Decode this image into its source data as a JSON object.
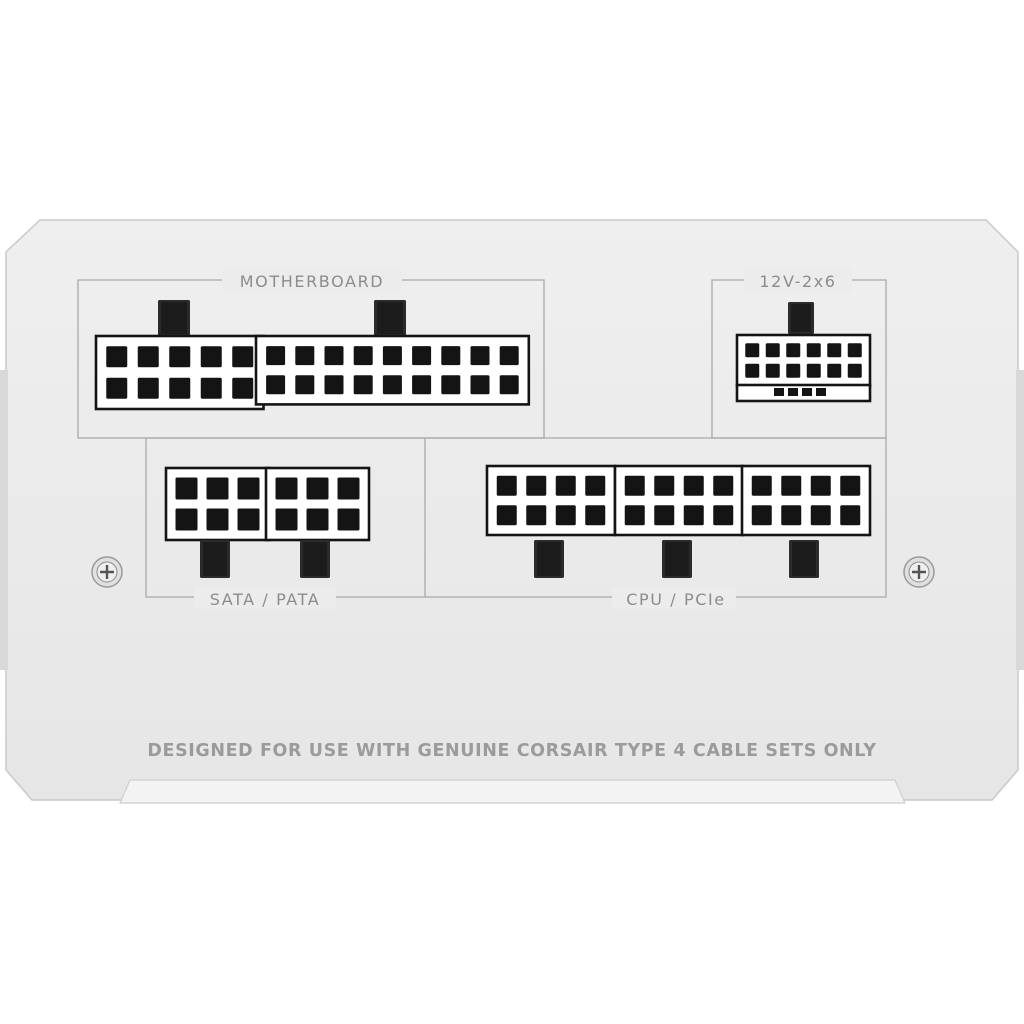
{
  "panel": {
    "labels": {
      "motherboard": "MOTHERBOARD",
      "cpu_12v": "12V-2x6",
      "sata_pata": "SATA / PATA",
      "cpu_pcie": "CPU / PCIe"
    },
    "warning": "DESIGNED FOR USE WITH GENUINE CORSAIR TYPE 4 CABLE SETS ONLY"
  },
  "connectors": {
    "motherboard": [
      {
        "rows": 2,
        "cols": 5
      },
      {
        "rows": 2,
        "cols": 9
      }
    ],
    "cpu_12v": [
      {
        "rows": 2,
        "cols": 6
      }
    ],
    "sata_pata": [
      {
        "rows": 2,
        "cols": 3
      },
      {
        "rows": 2,
        "cols": 3
      }
    ],
    "cpu_pcie": [
      {
        "rows": 2,
        "cols": 4
      },
      {
        "rows": 2,
        "cols": 4
      },
      {
        "rows": 2,
        "cols": 4
      }
    ]
  },
  "colors": {
    "panel": "#ececec",
    "line": "#a9a9a9",
    "socket": "#ffffff",
    "pin": "#141414"
  }
}
